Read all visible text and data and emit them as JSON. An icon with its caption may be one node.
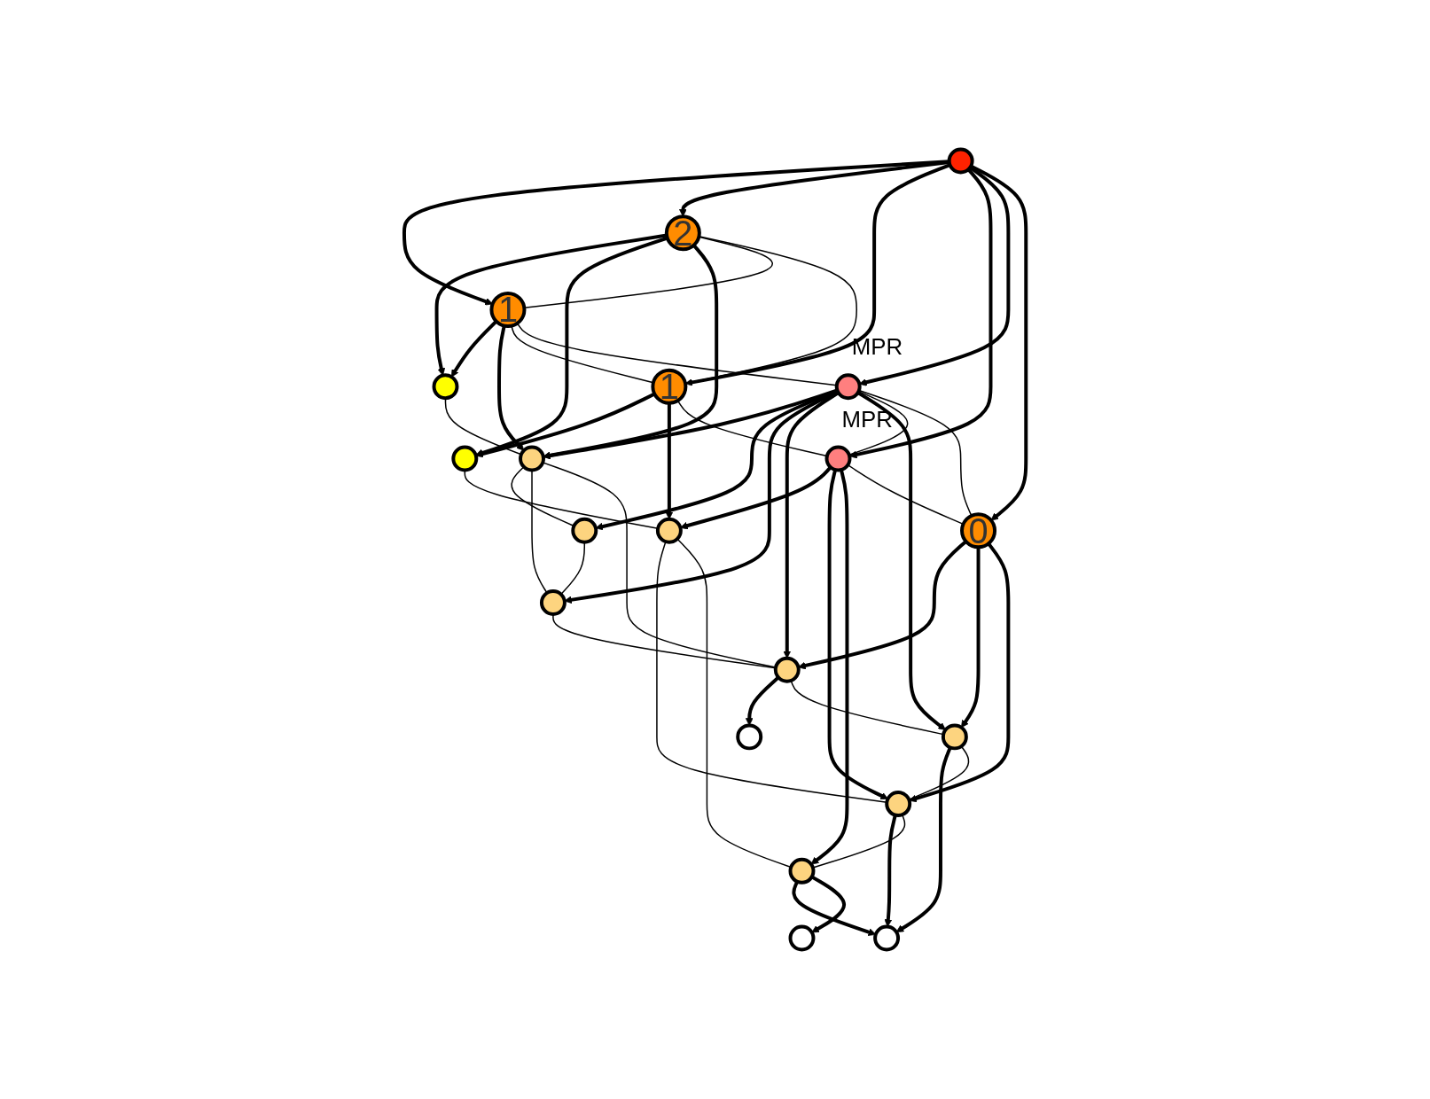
{
  "diagram": {
    "nodes": [
      {
        "text": [],
        "shape": "circle"
      },
      {
        "text": [],
        "shape": "circle"
      },
      {
        "text": [
          "2"
        ]
      },
      {
        "text": [
          "1"
        ]
      },
      {
        "text": [],
        "shape": "circle"
      },
      {
        "text": [
          "1"
        ]
      },
      {
        "text": [],
        "shape": "circle"
      },
      {
        "text": [],
        "shape": "circle"
      },
      {
        "text": [],
        "shape": "circle"
      },
      {
        "text": [],
        "shape": "circle",
        "beside": [
          "MPR"
        ]
      },
      {
        "text": [],
        "shape": "circle",
        "beside": [
          "MPR"
        ]
      },
      {
        "text": [],
        "shape": "circle"
      },
      {
        "text": [
          "0"
        ]
      },
      {
        "text": [],
        "shape": "circle"
      },
      {
        "text": [],
        "shape": "circle"
      },
      {
        "text": [],
        "shape": "circle"
      },
      {
        "text": [],
        "shape": "circle"
      },
      {
        "text": [],
        "shape": "circle"
      },
      {
        "text": [],
        "shape": "circle"
      },
      {
        "text": [],
        "shape": "circle"
      }
    ],
    "edges": [
      {
        "from": 6,
        "to": 5,
        "arrow": "to"
      },
      {
        "from": 6,
        "to": 2,
        "arrow": "to"
      },
      {
        "from": 6,
        "to": 3,
        "arrow": "to"
      },
      {
        "from": 6,
        "to": 9,
        "arrow": "to"
      },
      {
        "from": 6,
        "to": 10,
        "arrow": "to"
      },
      {
        "from": 6,
        "to": 12,
        "arrow": "to"
      },
      {
        "from": 2,
        "to": 0,
        "arrow": "to"
      },
      {
        "from": 2,
        "to": 1,
        "arrow": "to"
      },
      {
        "from": 2,
        "to": 4,
        "arrow": "to"
      },
      {
        "from": 5,
        "to": 0,
        "arrow": "to"
      },
      {
        "from": 5,
        "to": 4,
        "arrow": "to"
      },
      {
        "from": 3,
        "to": 1,
        "arrow": "to"
      },
      {
        "from": 3,
        "to": 8,
        "arrow": "to"
      },
      {
        "from": 10,
        "to": 4,
        "arrow": "to"
      },
      {
        "from": 10,
        "to": 7,
        "arrow": "to"
      },
      {
        "from": 10,
        "to": 11,
        "arrow": "to"
      },
      {
        "from": 10,
        "to": 16,
        "arrow": "to"
      },
      {
        "from": 10,
        "to": 17,
        "arrow": "to"
      },
      {
        "from": 9,
        "to": 8,
        "arrow": "to"
      },
      {
        "from": 9,
        "to": 13,
        "arrow": "to"
      },
      {
        "from": 9,
        "to": 14,
        "arrow": "to"
      },
      {
        "from": 12,
        "to": 16,
        "arrow": "to"
      },
      {
        "from": 12,
        "to": 17,
        "arrow": "to"
      },
      {
        "from": 12,
        "to": 13,
        "arrow": "to"
      },
      {
        "from": 13,
        "to": 19,
        "arrow": "to"
      },
      {
        "from": 17,
        "to": 19,
        "arrow": "to"
      },
      {
        "from": 14,
        "to": 19,
        "arrow": "to"
      },
      {
        "from": 14,
        "to": 15,
        "arrow": "to"
      },
      {
        "from": 16,
        "to": 18,
        "arrow": "to"
      },
      {
        "from": 13,
        "to": 14,
        "arrow": "none"
      },
      {
        "from": 0,
        "to": 4,
        "arrow": "none"
      },
      {
        "from": 2,
        "to": 5,
        "arrow": "none"
      },
      {
        "from": 2,
        "to": 3,
        "arrow": "none"
      },
      {
        "from": 5,
        "to": 3,
        "arrow": "none"
      },
      {
        "from": 5,
        "to": 10,
        "arrow": "none"
      },
      {
        "from": 4,
        "to": 7,
        "arrow": "none"
      },
      {
        "from": 4,
        "to": 11,
        "arrow": "none"
      },
      {
        "from": 4,
        "to": 16,
        "arrow": "none"
      },
      {
        "from": 7,
        "to": 11,
        "arrow": "none"
      },
      {
        "from": 1,
        "to": 8,
        "arrow": "none"
      },
      {
        "from": 3,
        "to": 9,
        "arrow": "none"
      },
      {
        "from": 10,
        "to": 9,
        "arrow": "none"
      },
      {
        "from": 10,
        "to": 12,
        "arrow": "none"
      },
      {
        "from": 9,
        "to": 12,
        "arrow": "none"
      },
      {
        "from": 8,
        "to": 13,
        "arrow": "none"
      },
      {
        "from": 8,
        "to": 14,
        "arrow": "none"
      },
      {
        "from": 11,
        "to": 16,
        "arrow": "none"
      },
      {
        "from": 16,
        "to": 17,
        "arrow": "none"
      },
      {
        "from": 17,
        "to": 13,
        "arrow": "none"
      }
    ]
  }
}
